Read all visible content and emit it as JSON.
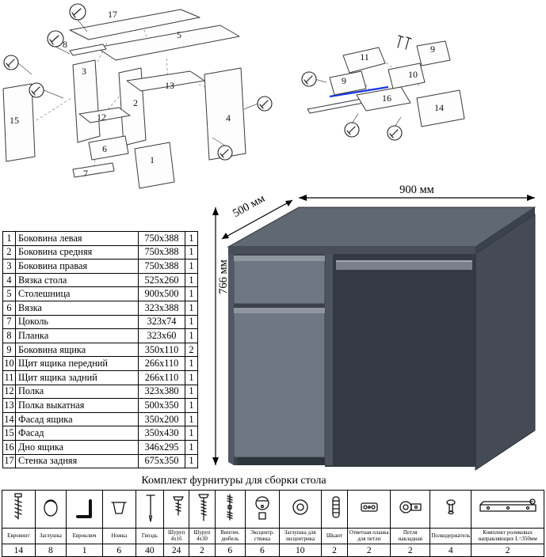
{
  "parts_table": {
    "rows": [
      {
        "num": "1",
        "name": "Боковина левая",
        "size": "750x388",
        "qty": "1"
      },
      {
        "num": "2",
        "name": "Боковина средняя",
        "size": "750x388",
        "qty": "1"
      },
      {
        "num": "3",
        "name": "Боковина правая",
        "size": "750x388",
        "qty": "1"
      },
      {
        "num": "4",
        "name": "Вязка стола",
        "size": "525x260",
        "qty": "1"
      },
      {
        "num": "5",
        "name": "Столешница",
        "size": "900x500",
        "qty": "1"
      },
      {
        "num": "6",
        "name": "Вязка",
        "size": "323x388",
        "qty": "1"
      },
      {
        "num": "7",
        "name": "Цоколь",
        "size": "323x74",
        "qty": "1"
      },
      {
        "num": "8",
        "name": "Планка",
        "size": "323x60",
        "qty": "1"
      },
      {
        "num": "9",
        "name": "Боковина ящика",
        "size": "350x110",
        "qty": "2"
      },
      {
        "num": "10",
        "name": "Щит ящика передний",
        "size": "266x110",
        "qty": "1"
      },
      {
        "num": "11",
        "name": "Щит ящика задний",
        "size": "266x110",
        "qty": "1"
      },
      {
        "num": "12",
        "name": "Полка",
        "size": "323x380",
        "qty": "1"
      },
      {
        "num": "13",
        "name": "Полка выкатная",
        "size": "500x350",
        "qty": "1"
      },
      {
        "num": "14",
        "name": "Фасад ящика",
        "size": "350x200",
        "qty": "1"
      },
      {
        "num": "15",
        "name": "Фасад",
        "size": "350x430",
        "qty": "1"
      },
      {
        "num": "16",
        "name": "Дно ящика",
        "size": "346x295",
        "qty": "1"
      },
      {
        "num": "17",
        "name": "Стенка задняя",
        "size": "675x350",
        "qty": "1"
      }
    ]
  },
  "desk": {
    "width_label": "900 мм",
    "depth_label": "500 мм",
    "height_label": "766 мм",
    "body_color": "#6f7784",
    "side_color": "#444b55",
    "top_color": "#606872"
  },
  "diagram_left": {
    "labels": {
      "n17": "17",
      "n5": "5",
      "n8": "8",
      "n3": "3",
      "n2": "2",
      "n13": "13",
      "n12": "12",
      "n15": "15",
      "n6": "6",
      "n7": "7",
      "n1": "1",
      "n4": "4"
    }
  },
  "diagram_right": {
    "labels": {
      "n11": "11",
      "n9a": "9",
      "n9b": "9",
      "n10": "10",
      "n16": "16",
      "n14": "14"
    },
    "guide_color": "#1535e8"
  },
  "hardware": {
    "title": "Комплект фурнитуры для сборки стола",
    "items": [
      {
        "name": "Евровинт",
        "qty": "14",
        "icon": "euroscrew-icon"
      },
      {
        "name": "Заглушка",
        "qty": "8",
        "icon": "plug-icon"
      },
      {
        "name": "Евроключ",
        "qty": "1",
        "icon": "hexkey-icon"
      },
      {
        "name": "Ножка",
        "qty": "6",
        "icon": "foot-icon"
      },
      {
        "name": "Гвоздь",
        "qty": "40",
        "icon": "nail-icon"
      },
      {
        "name": "Шуруп 4x16",
        "qty": "24",
        "icon": "screw-short-icon"
      },
      {
        "name": "Шуруп 4x30",
        "qty": "2",
        "icon": "screw-long-icon"
      },
      {
        "name": "Винтич. дюбель",
        "qty": "6",
        "icon": "dowel-screw-icon"
      },
      {
        "name": "Эксцентр. стяжка",
        "qty": "6",
        "icon": "camlock-icon"
      },
      {
        "name": "Заглушка для эксцентрика",
        "qty": "10",
        "icon": "camcap-icon"
      },
      {
        "name": "Шкант",
        "qty": "2",
        "icon": "wood-dowel-icon"
      },
      {
        "name": "Ответная планка для петли",
        "qty": "2",
        "icon": "hinge-plate-icon"
      },
      {
        "name": "Петля накладная",
        "qty": "2",
        "icon": "hinge-icon"
      },
      {
        "name": "Полкодержатель",
        "qty": "4",
        "icon": "shelf-pin-icon"
      },
      {
        "name": "Комплект роликовых направляющих L=350мм",
        "qty": "2",
        "icon": "drawer-slides-icon"
      }
    ]
  }
}
